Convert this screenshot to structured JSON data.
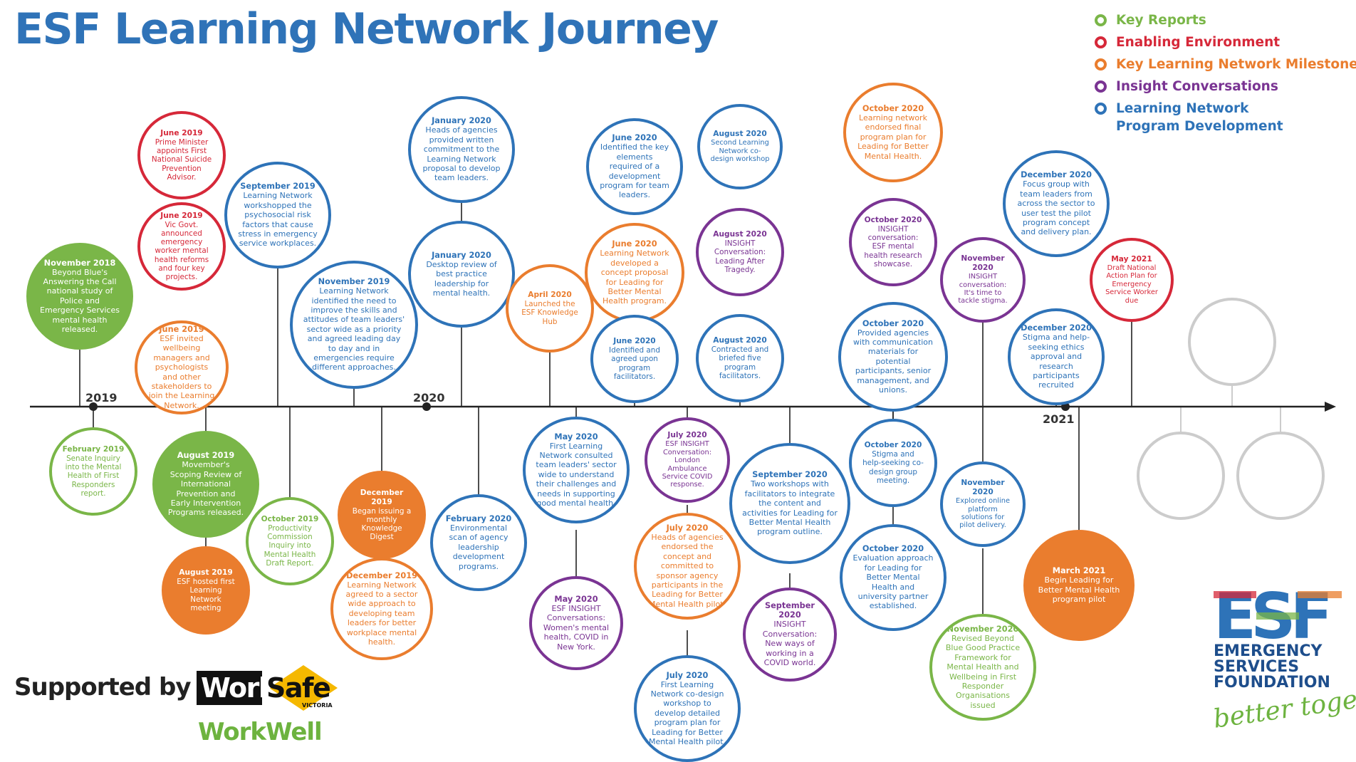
{
  "title": "ESF Learning Network Journey",
  "colors": {
    "green": "#7ab648",
    "red": "#d62839",
    "orange": "#ea7d2e",
    "purple": "#7a3493",
    "blue": "#2e73b8",
    "grey": "#cccccc",
    "axis": "#222222"
  },
  "legend": [
    {
      "label": "Key Reports",
      "color": "#7ab648"
    },
    {
      "label": "Enabling Environment",
      "color": "#d62839"
    },
    {
      "label": "Key Learning Network Milestones",
      "color": "#ea7d2e"
    },
    {
      "label": "Insight Conversations",
      "color": "#7a3493"
    },
    {
      "label": "Learning Network\nProgram Development",
      "color": "#2e73b8"
    }
  ],
  "years": [
    "2019",
    "2020",
    "2021"
  ],
  "nodes": [
    {
      "date": "November 2018",
      "text": "Beyond Blue's Answering the Call national study of Police and Emergency Services mental health released.",
      "color": "#7ab648",
      "filled": true
    },
    {
      "date": "February 2019",
      "text": "Senate Inquiry into the Mental Health of First Responders report.",
      "color": "#7ab648",
      "filled": false
    },
    {
      "date": "June 2019",
      "text": "Prime Minister appoints First National Suicide Prevention Advisor.",
      "color": "#d62839",
      "filled": false
    },
    {
      "date": "June 2019",
      "text": "Vic Govt. announced emergency worker mental health reforms and four key projects.",
      "color": "#d62839",
      "filled": false
    },
    {
      "date": "June 2019",
      "text": "ESF invited wellbeing managers and psychologists and other stakeholders to join the Learning Network.",
      "color": "#ea7d2e",
      "filled": false
    },
    {
      "date": "August 2019",
      "text": "Movember's Scoping Review of International Prevention and Early Intervention Programs released.",
      "color": "#7ab648",
      "filled": true
    },
    {
      "date": "August 2019",
      "text": "ESF hosted first Learning Network meeting",
      "color": "#ea7d2e",
      "filled": true
    },
    {
      "date": "September 2019",
      "text": "Learning Network workshopped the psychosocial risk factors that cause stress in emergency service workplaces.",
      "color": "#2e73b8",
      "filled": false
    },
    {
      "date": "October 2019",
      "text": "Productivity Commission Inquiry into Mental Health Draft Report.",
      "color": "#7ab648",
      "filled": false
    },
    {
      "date": "November 2019",
      "text": "Learning Network identified the need to improve the skills and attitudes of team leaders' sector wide as a priority and agreed leading day to day and in emergencies require different approaches.",
      "color": "#2e73b8",
      "filled": false
    },
    {
      "date": "December 2019",
      "text": "Began issuing a monthly Knowledge Digest",
      "color": "#ea7d2e",
      "filled": true
    },
    {
      "date": "December 2019",
      "text": "Learning Network agreed to a sector wide approach to developing team leaders for better workplace mental health.",
      "color": "#ea7d2e",
      "filled": false
    },
    {
      "date": "January 2020",
      "text": "Heads of agencies provided written commitment to the Learning Network proposal to develop team leaders.",
      "color": "#2e73b8",
      "filled": false
    },
    {
      "date": "January 2020",
      "text": "Desktop review of best practice leadership for mental health.",
      "color": "#2e73b8",
      "filled": false
    },
    {
      "date": "February 2020",
      "text": "Environmental scan of agency leadership development programs.",
      "color": "#2e73b8",
      "filled": false
    },
    {
      "date": "April 2020",
      "text": "Launched the ESF Knowledge Hub",
      "color": "#ea7d2e",
      "filled": false
    },
    {
      "date": "May 2020",
      "text": "First Learning Network consulted team leaders' sector wide to understand their challenges and needs in supporting good mental health.",
      "color": "#2e73b8",
      "filled": false
    },
    {
      "date": "May 2020",
      "text": "ESF INSIGHT Conversations: Women's mental health, COVID in New York.",
      "color": "#7a3493",
      "filled": false
    },
    {
      "date": "June 2020",
      "text": "Identified the key elements required of a development program for team leaders.",
      "color": "#2e73b8",
      "filled": false
    },
    {
      "date": "June 2020",
      "text": "Learning Network developed a concept proposal for Leading for Better Mental Health program.",
      "color": "#ea7d2e",
      "filled": false
    },
    {
      "date": "June 2020",
      "text": "Identified and agreed upon program facilitators.",
      "color": "#2e73b8",
      "filled": false
    },
    {
      "date": "July 2020",
      "text": "ESF INSIGHT Conversation: London Ambulance Service COVID response.",
      "color": "#7a3493",
      "filled": false
    },
    {
      "date": "July 2020",
      "text": "Heads of agencies endorsed the concept and committed to sponsor agency participants in the Leading for Better Mental Health pilot.",
      "color": "#ea7d2e",
      "filled": false
    },
    {
      "date": "July 2020",
      "text": "First Learning Network co-design workshop to develop detailed program plan for Leading for Better Mental Health pilot.",
      "color": "#2e73b8",
      "filled": false
    },
    {
      "date": "August 2020",
      "text": "Second Learning Network co-design workshop",
      "color": "#2e73b8",
      "filled": false
    },
    {
      "date": "August 2020",
      "text": "INSIGHT Conversation: Leading After Tragedy.",
      "color": "#7a3493",
      "filled": false
    },
    {
      "date": "August 2020",
      "text": "Contracted and briefed five program facilitators.",
      "color": "#2e73b8",
      "filled": false
    },
    {
      "date": "September 2020",
      "text": "Two workshops with facilitators to integrate the content and activities for Leading for Better Mental Health program outline.",
      "color": "#2e73b8",
      "filled": false
    },
    {
      "date": "September 2020",
      "text": "INSIGHT Conversation: New ways of working in a COVID world.",
      "color": "#7a3493",
      "filled": false
    },
    {
      "date": "October 2020",
      "text": "Learning network endorsed final program plan for Leading for Better Mental Health.",
      "color": "#ea7d2e",
      "filled": false
    },
    {
      "date": "October 2020",
      "text": "INSIGHT conversation: ESF mental health research showcase.",
      "color": "#7a3493",
      "filled": false
    },
    {
      "date": "October 2020",
      "text": "Provided agencies with communication materials for potential participants, senior management, and unions.",
      "color": "#2e73b8",
      "filled": false
    },
    {
      "date": "October 2020",
      "text": "Stigma and help-seeking co-design group meeting.",
      "color": "#2e73b8",
      "filled": false
    },
    {
      "date": "October 2020",
      "text": "Evaluation approach for Leading for Better Mental Health and university partner established.",
      "color": "#2e73b8",
      "filled": false
    },
    {
      "date": "November 2020",
      "text": "INSIGHT conversation: It's time to tackle stigma.",
      "color": "#7a3493",
      "filled": false
    },
    {
      "date": "November 2020",
      "text": "Explored online platform solutions for pilot delivery.",
      "color": "#2e73b8",
      "filled": false
    },
    {
      "date": "November 2020",
      "text": "Revised Beyond Blue Good Practice Framework for Mental Health and Wellbeing in First Responder Organisations issued",
      "color": "#7ab648",
      "filled": false
    },
    {
      "date": "December 2020",
      "text": "Focus group with team leaders from across the sector to user test the pilot program concept and delivery plan.",
      "color": "#2e73b8",
      "filled": false
    },
    {
      "date": "December 2020",
      "text": "Stigma and help-seeking ethics approval and research participants recruited",
      "color": "#2e73b8",
      "filled": false
    },
    {
      "date": "May 2021",
      "text": "Draft National Action Plan for Emergency Service Worker due",
      "color": "#d62839",
      "filled": false
    },
    {
      "date": "March 2021",
      "text": "Begin Leading for Better Mental Health program pilot",
      "color": "#ea7d2e",
      "filled": true
    }
  ],
  "footer": {
    "supported_by": "Supported by",
    "worksafe_work": "Work",
    "worksafe_safe": "Safe",
    "worksafe_sub": "VICTORIA",
    "workwell": "WorkWell",
    "esf_letters": "ESF",
    "esf_name_1": "EMERGENCY",
    "esf_name_2": "SERVICES",
    "esf_name_3": "FOUNDATION",
    "esf_tagline": "better together"
  }
}
